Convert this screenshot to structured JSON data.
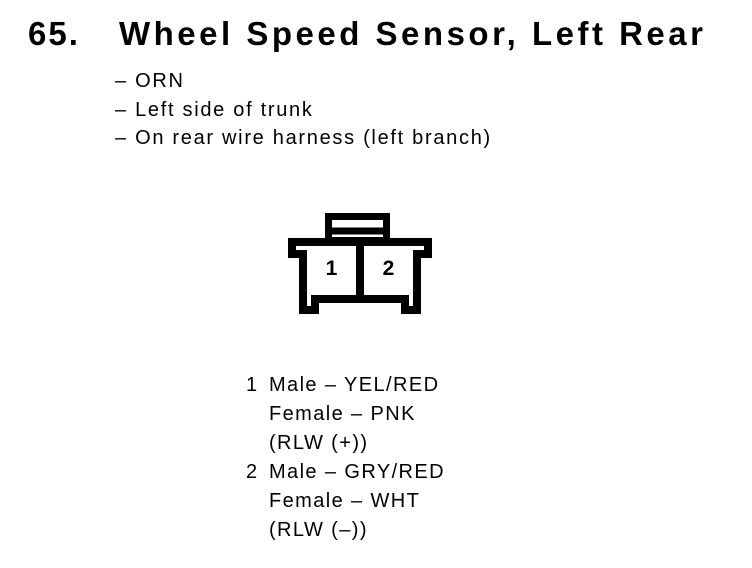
{
  "header": {
    "number": "65.",
    "title": "Wheel Speed Sensor, Left Rear"
  },
  "notes": [
    "– ORN",
    "– Left side of trunk",
    "– On rear wire harness (left branch)"
  ],
  "connector": {
    "pin_labels": [
      "1",
      "2"
    ]
  },
  "pin_list": [
    {
      "pin": "1",
      "lines": [
        "Male – YEL/RED",
        "Female – PNK",
        "(RLW (+))"
      ]
    },
    {
      "pin": "2",
      "lines": [
        "Male – GRY/RED",
        "Female – WHT",
        "(RLW (–))"
      ]
    }
  ],
  "colors": {
    "ink": "#000000",
    "background": "#ffffff"
  }
}
